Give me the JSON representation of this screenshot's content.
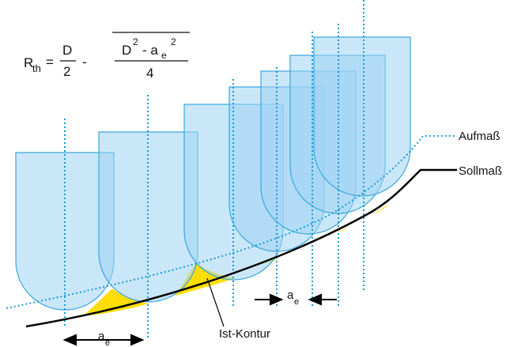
{
  "formula": {
    "lhs_main": "R",
    "lhs_sub": "th",
    "equals": "=",
    "frac1_num": "D",
    "frac1_den": "2",
    "minus": "-",
    "frac2_num_D": "D",
    "frac2_num_exp1": "2",
    "frac2_num_minus": "- a",
    "frac2_num_sub": "e",
    "frac2_num_exp2": "2",
    "frac2_den": "4"
  },
  "labels": {
    "aufmass": "Aufmaß",
    "sollmass": "Sollmaß",
    "ist_kontur": "Ist-Kontur",
    "ae_main": "a",
    "ae_sub": "e"
  },
  "colors": {
    "tool_fill": "#9fd3f4",
    "tool_stroke": "#3aa6dd",
    "dotted_line": "#1b9ad6",
    "residual_fill": "#ffdd00",
    "contour": "#000000"
  }
}
